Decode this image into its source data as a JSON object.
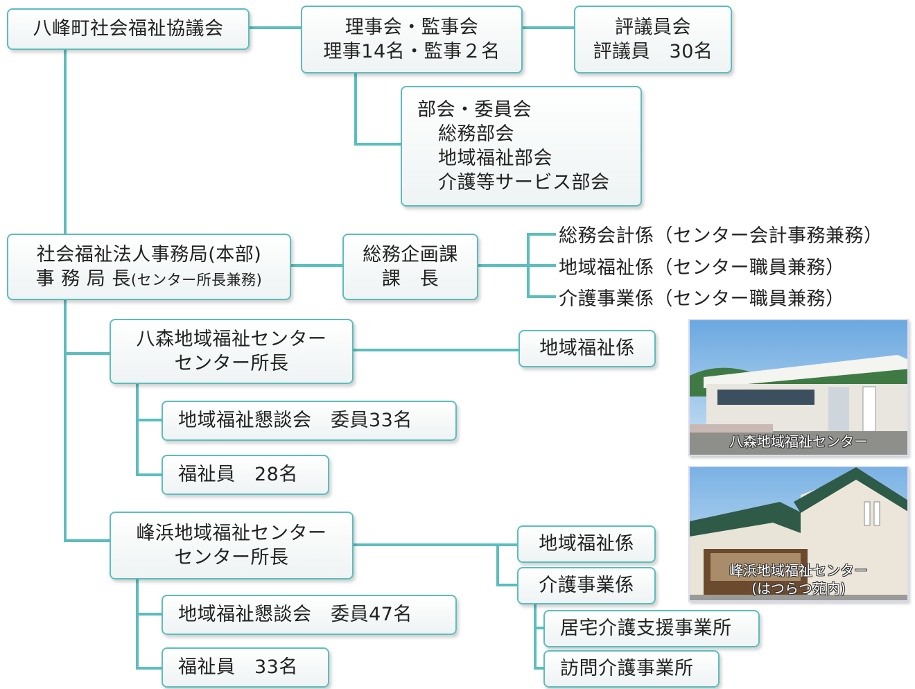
{
  "council": {
    "name": "八峰町社会福祉協議会"
  },
  "board": {
    "title": "理事会・監事会",
    "members": "理事14名・監事２名"
  },
  "trustees": {
    "title": "評議員会",
    "members": "評議員　30名"
  },
  "committees": {
    "title": "部会・委員会",
    "items": [
      "総務部会",
      "地域福祉部会",
      "介護等サービス部会"
    ]
  },
  "secretariat": {
    "title": "社会福祉法人事務局(本部)",
    "chief": "事 務 局 長",
    "chief_note": "(センター所長兼務)"
  },
  "planning": {
    "title": "総務企画課",
    "chief": "課　長"
  },
  "sections": [
    "総務会計係（センター会計事務兼務）",
    "地域福祉係（センター職員兼務）",
    "介護事業係（センター職員兼務）"
  ],
  "yamori": {
    "title": "八森地域福祉センター",
    "head": "センター所長",
    "welfare_section": "地域福祉係",
    "forum": "地域福祉懇談会　委員33名",
    "volunteers": "福祉員　28名",
    "photo_caption": "八森地域福祉センター"
  },
  "minehama": {
    "title": "峰浜地域福祉センター",
    "head": "センター所長",
    "welfare_section": "地域福祉係",
    "care_section": "介護事業係",
    "care_offices": [
      "居宅介護支援事業所",
      "訪問介護事業所"
    ],
    "forum": "地域福祉懇談会　委員47名",
    "volunteers": "福祉員　33名",
    "photo_caption": "峰浜地域福祉センター",
    "photo_caption_sub": "(はつらつ苑内)"
  },
  "colors": {
    "line": "#5bbdbd",
    "box_border": "#5bbdbd",
    "text": "#222222"
  }
}
